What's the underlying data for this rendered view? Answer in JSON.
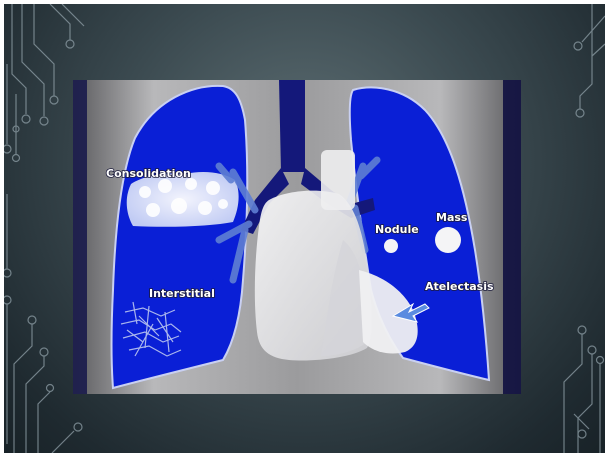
{
  "labels": {
    "consolidation": "Consolidation",
    "interstitial": "Interstitial",
    "nodule": "Nodule",
    "mass": "Mass",
    "atelectasis": "Atelectasis"
  },
  "colors": {
    "lung_blue": "#0a1fd6",
    "airway_navy": "#14187a",
    "background_gray": "#9a9a9a",
    "highlight_white": "#e8e8ea",
    "arrow_blue": "#5a8be0"
  }
}
